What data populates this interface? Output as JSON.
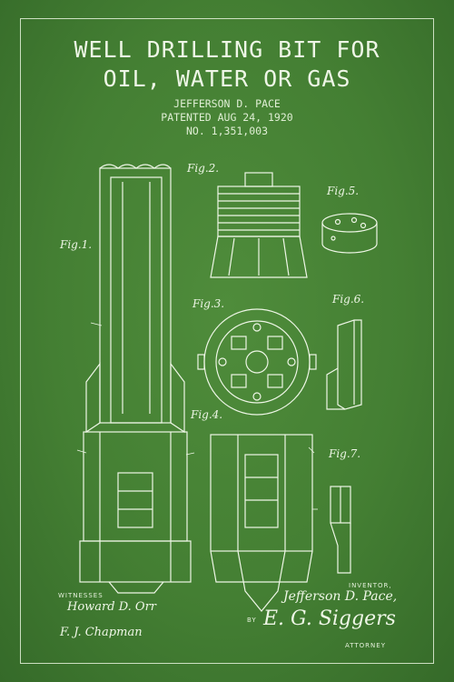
{
  "title": {
    "line1": "WELL DRILLING BIT FOR",
    "line2": "OIL, WATER OR GAS"
  },
  "meta": {
    "inventor": "JEFFERSON D. PACE",
    "patented": "PATENTED AUG 24, 1920",
    "number": "NO. 1,351,003"
  },
  "figures": {
    "fig1": "Fig.1.",
    "fig2": "Fig.2.",
    "fig3": "Fig.3.",
    "fig4": "Fig.4.",
    "fig5": "Fig.5.",
    "fig6": "Fig.6.",
    "fig7": "Fig.7."
  },
  "footer": {
    "witnesses": "WITNESSES",
    "witness1": "Howard D. Orr",
    "witness2": "F. J. Chapman",
    "inventor_label": "INVENTOR,",
    "inventor_sig": "Jefferson D. Pace,",
    "by": "BY",
    "attorney_sig": "E. G. Siggers",
    "attorney": "ATTORNEY"
  },
  "colors": {
    "background": "#447f33",
    "ink": "#eef6e6"
  }
}
